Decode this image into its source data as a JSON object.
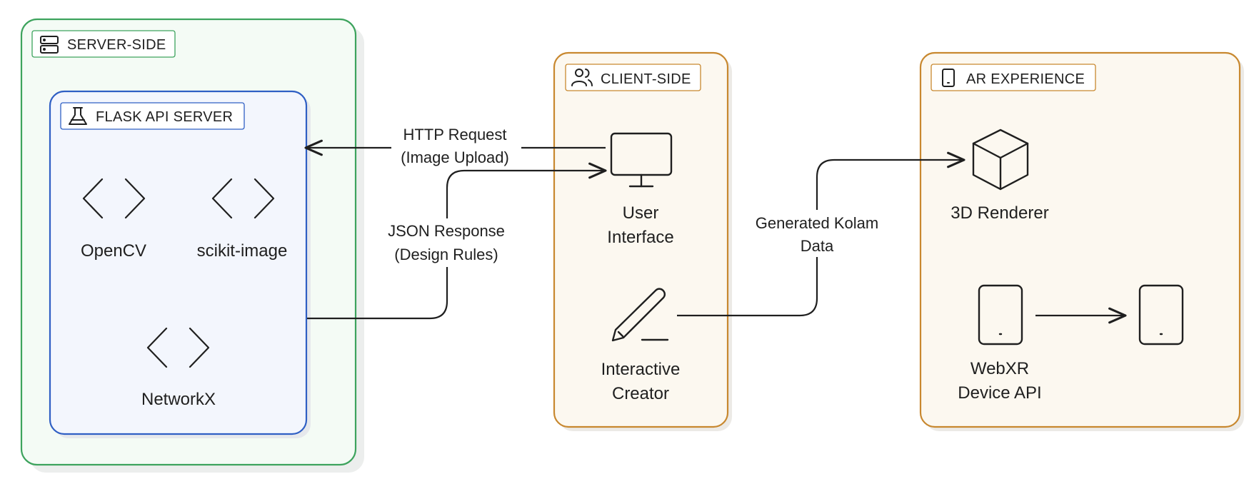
{
  "groups": {
    "server": {
      "label": "SERVER-SIDE",
      "color": "#3da35d",
      "fill": "#f4fbf5"
    },
    "flask": {
      "label": "FLASK API SERVER",
      "color": "#2f5fc4",
      "fill": "#f3f6fd"
    },
    "client": {
      "label": "CLIENT-SIDE",
      "color": "#c8882f",
      "fill": "#fcf8f0"
    },
    "ar": {
      "label": "AR EXPERIENCE",
      "color": "#c8882f",
      "fill": "#fcf8f0"
    }
  },
  "nodes": {
    "opencv": {
      "label": "OpenCV",
      "icon": "code-icon"
    },
    "scikit": {
      "label": "scikit-image",
      "icon": "code-icon"
    },
    "networkx": {
      "label": "NetworkX",
      "icon": "code-icon"
    },
    "ui": {
      "line1": "User",
      "line2": "Interface",
      "icon": "monitor-icon"
    },
    "creator": {
      "line1": "Interactive",
      "line2": "Creator",
      "icon": "pen-icon"
    },
    "renderer": {
      "label": "3D Renderer",
      "icon": "cube-icon"
    },
    "webxr": {
      "line1": "WebXR",
      "line2": "Device API",
      "icon": "tablet-icon"
    },
    "device": {
      "icon": "tablet-icon"
    }
  },
  "edges": {
    "request": {
      "line1": "HTTP Request",
      "line2": "(Image Upload)"
    },
    "response": {
      "line1": "JSON Response",
      "line2": "(Design Rules)"
    },
    "kolam": {
      "line1": "Generated Kolam",
      "line2": "Data"
    }
  }
}
